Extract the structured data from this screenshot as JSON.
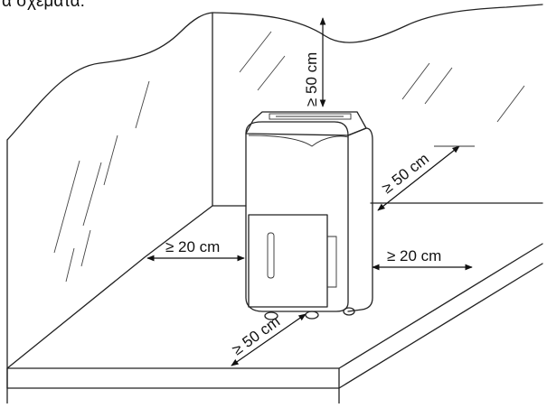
{
  "caption": "α σχέματα:",
  "dimensions": {
    "top": "≥ 50 cm",
    "back_right": "≥ 50 cm",
    "left": "≥ 20 cm",
    "right": "≥ 20 cm",
    "front": "≥ 50 cm"
  }
}
